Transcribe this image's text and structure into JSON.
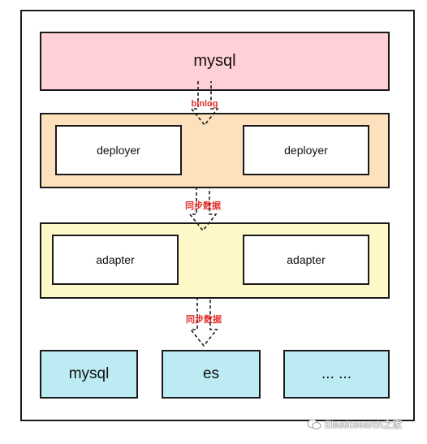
{
  "source": {
    "label": "mysql",
    "fill": "#ffd0d6"
  },
  "deployer_layer": {
    "fill": "#fde1bd",
    "items": [
      {
        "label": "deployer"
      },
      {
        "label": "deployer"
      }
    ]
  },
  "adapter_layer": {
    "fill": "#fef8c8",
    "items": [
      {
        "label": "adapter"
      },
      {
        "label": "adapter"
      }
    ]
  },
  "targets": {
    "fill": "#bdebf3",
    "items": [
      {
        "label": "mysql"
      },
      {
        "label": "es"
      },
      {
        "label": "... ..."
      }
    ]
  },
  "arrows": [
    {
      "label": "binlog"
    },
    {
      "label": "同步数据"
    },
    {
      "label": "同步数据"
    }
  ],
  "label_color": "#e0322b",
  "watermark": {
    "text": "Elasticsearch之家",
    "icon": "wechat-icon"
  }
}
